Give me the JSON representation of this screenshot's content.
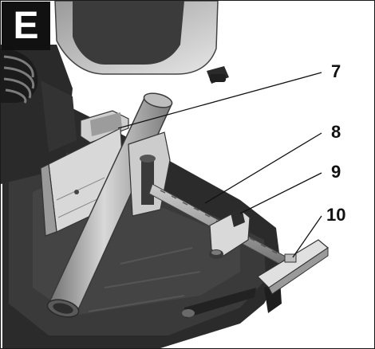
{
  "figure": {
    "badge": "E",
    "callouts": [
      {
        "label": "7"
      },
      {
        "label": "8"
      },
      {
        "label": "9"
      },
      {
        "label": "10"
      }
    ]
  },
  "colors": {
    "badge_bg": "#111111",
    "badge_text": "#ffffff",
    "machine_dark": "#2a2a2a",
    "machine_mid": "#8a8a8a",
    "machine_light": "#d4d4d4"
  }
}
